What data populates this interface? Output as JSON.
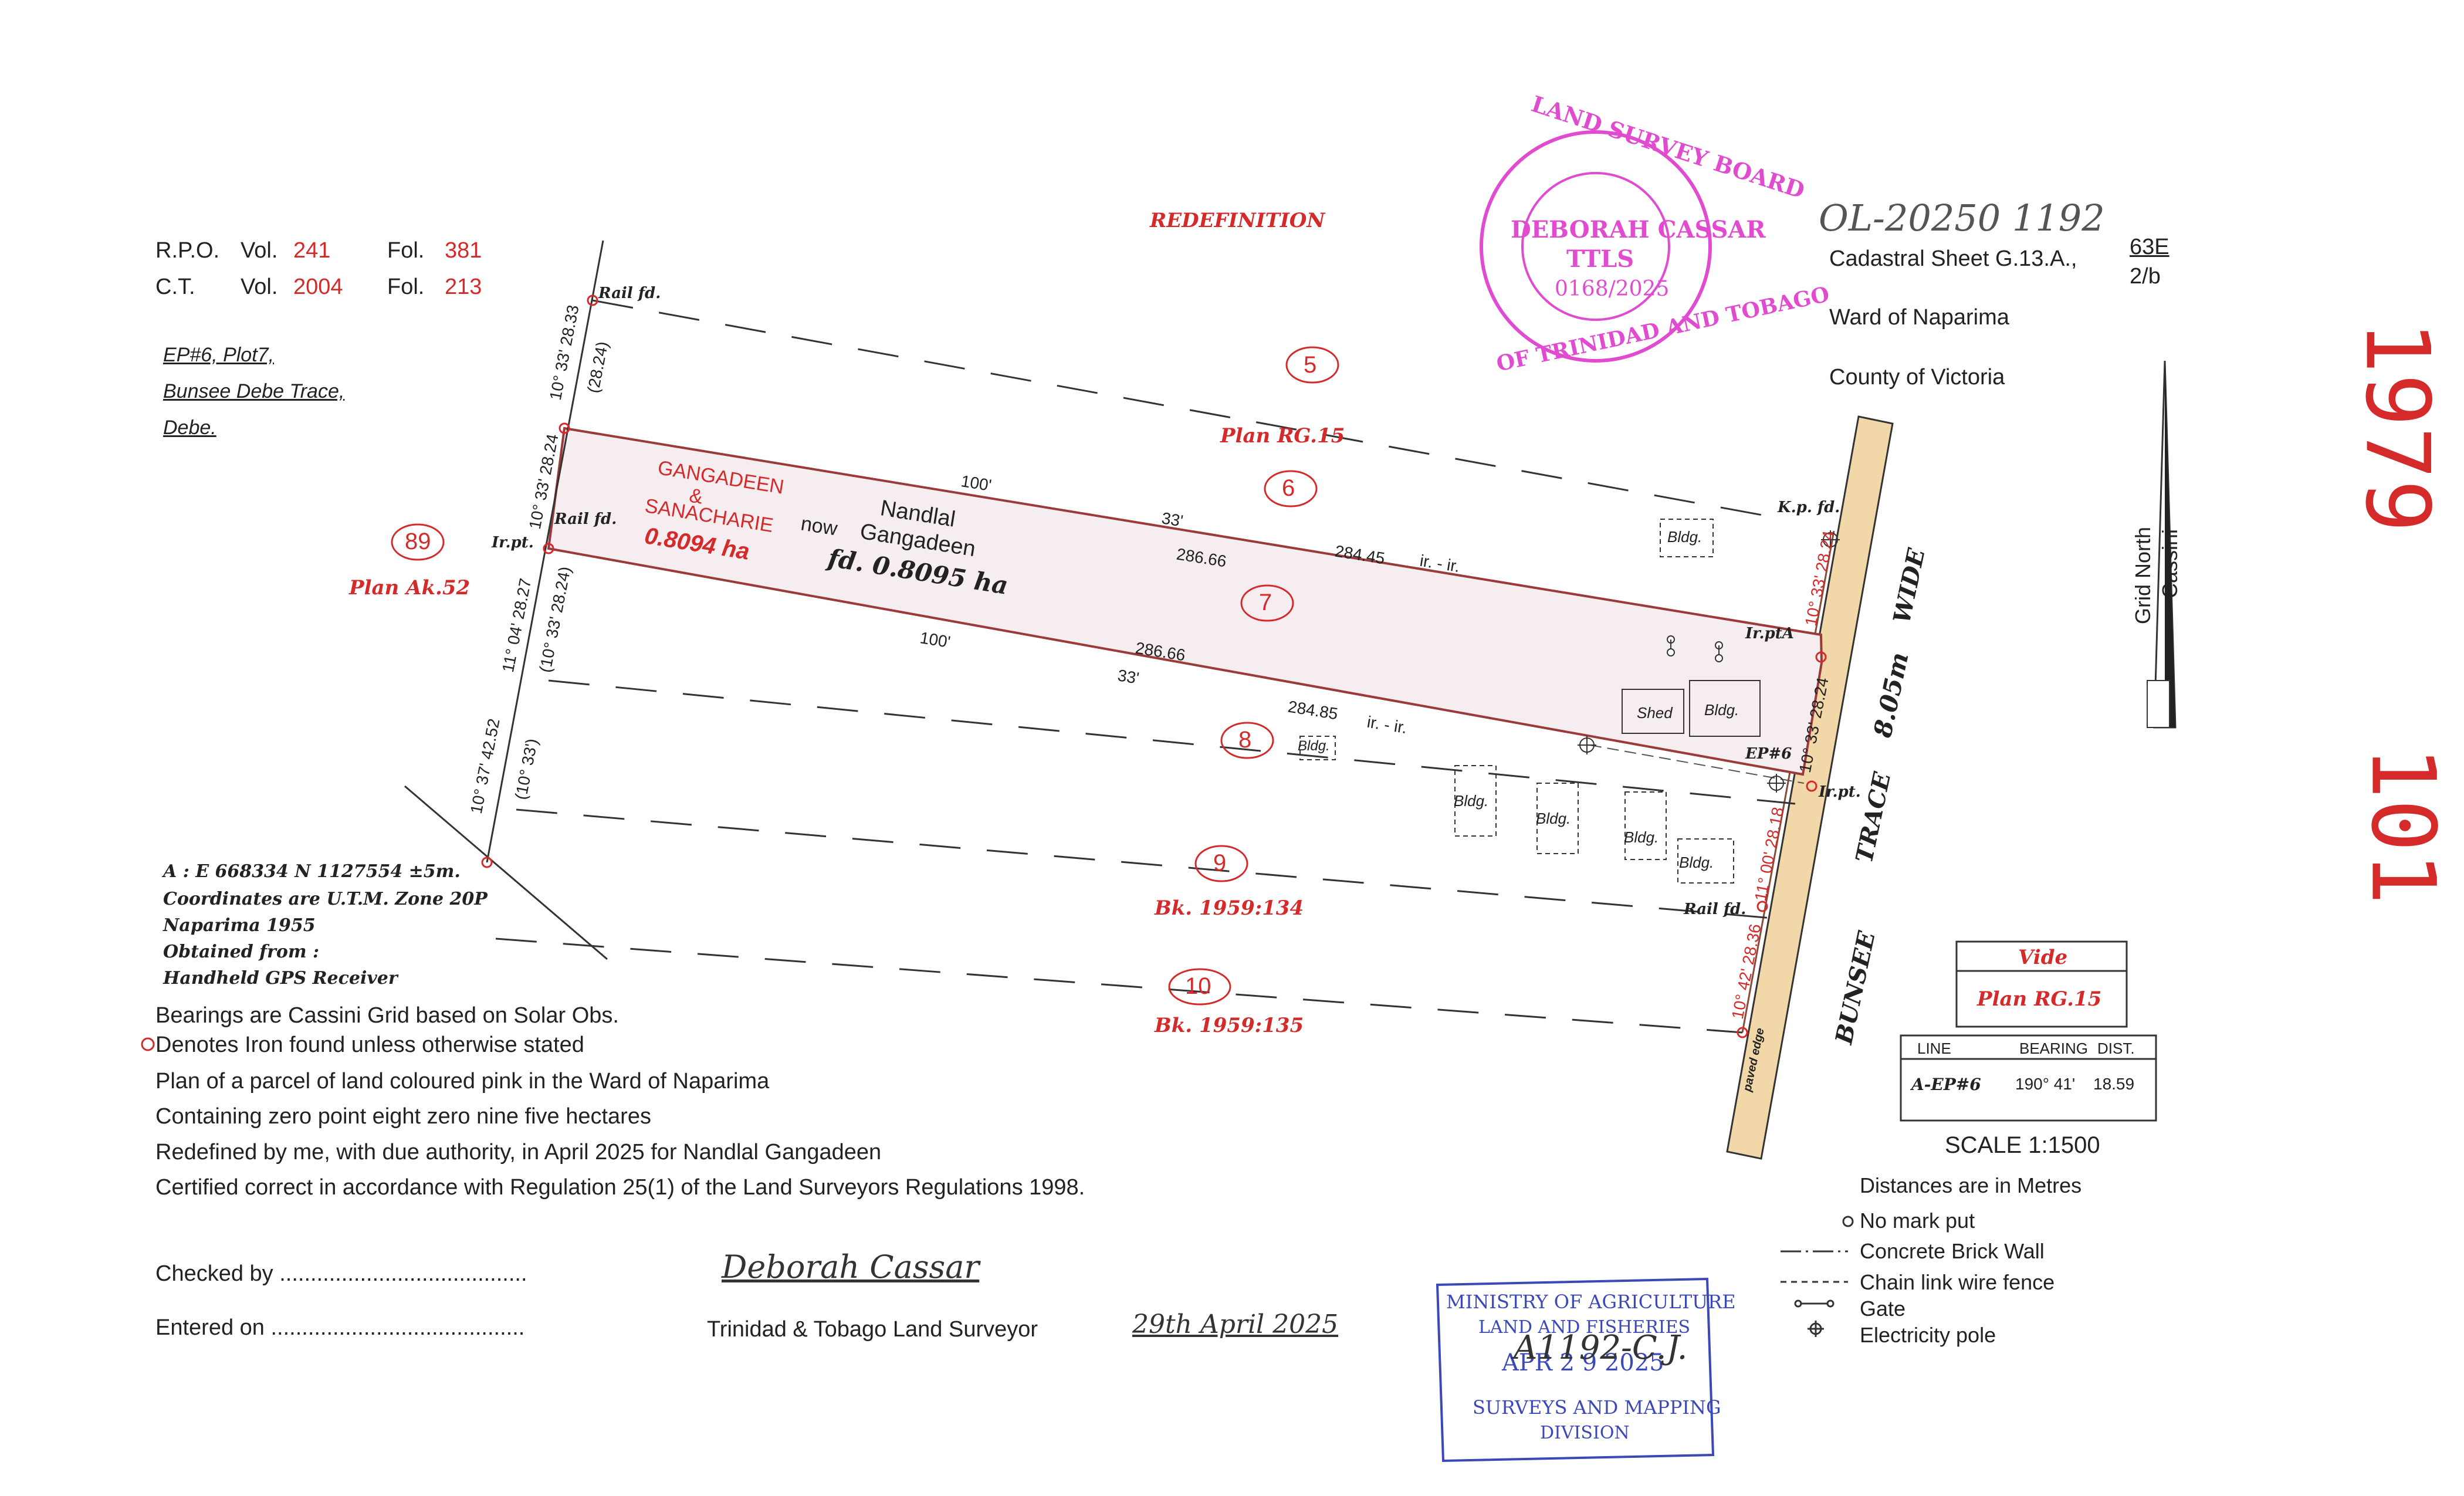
{
  "header": {
    "rpo_label": "R.P.O.",
    "ct_label": "C.T.",
    "vol_label": "Vol.",
    "fol_label": "Fol.",
    "rpo_vol": "241",
    "rpo_fol": "381",
    "ct_vol": "2004",
    "ct_fol": "213",
    "address": [
      "EP#6, Plot7,",
      "Bunsee Debe Trace,",
      "Debe."
    ],
    "redefinition": "REDEFINITION"
  },
  "top_right": {
    "reference": "OL-20250 1192",
    "cadastral_sheet_label": "Cadastral Sheet G.13.A.,",
    "cadastral_sheet_top": "63E",
    "cadastral_sheet_bottom": "2/b",
    "ward": "Ward of Naparima",
    "county": "County of Victoria"
  },
  "margin_numbers": {
    "top": "1979",
    "bottom": "101"
  },
  "north_arrow": {
    "label1": "Grid North",
    "label2": "Cassini"
  },
  "stamps": {
    "board": {
      "arc_top": "LAND SURVEY BOARD",
      "arc_bottom": "OF TRINIDAD AND TOBAGO",
      "name": "DEBORAH CASSAR",
      "title": "TTLS",
      "number": "0168/2025"
    },
    "ministry": {
      "line1": "MINISTRY OF AGRICULTURE",
      "line2": "LAND AND FISHERIES",
      "date": "APR 2 9 2025",
      "line3": "SURVEYS AND MAPPING",
      "line4": "DIVISION",
      "handwritten": "A1192-C.J."
    }
  },
  "plan": {
    "lots": [
      "5",
      "6",
      "7",
      "8",
      "9",
      "10",
      "89"
    ],
    "plan_refs": [
      "Plan RG.15",
      "Plan Ak.52",
      "Bk. 1959:134",
      "Bk. 1959:135"
    ],
    "owners_prev": "GANGADEEN & SANACHARIE",
    "owners_prev_lines": [
      "GANGADEEN",
      "&",
      "SANACHARIE"
    ],
    "area_prev": "0.8094 ha",
    "now_label": "now",
    "owner_now_lines": [
      "Nandlal",
      "Gangadeen"
    ],
    "area_now": "fd. 0.8095 ha",
    "road_name": "BUNSEE",
    "road_name2": "TRACE",
    "road_width": "8.05m",
    "road_wide": "WIDE",
    "dims": {
      "d100_top": "100'",
      "d33_top": "33'",
      "d286_top": "286.66",
      "d284_45": "284.45",
      "d100_bot": "100'",
      "d286_bot": "286.66",
      "d33_bot": "33'",
      "d284_85": "284.85",
      "irir": "ir. - ir."
    },
    "bearings": {
      "b1": "10° 33' 28.33",
      "b1p": "(28.24)",
      "b2": "10° 33' 28.24",
      "b3": "11° 04' 28.27",
      "b3p": "(10° 33' 28.24)",
      "b4": "10° 37' 42.52",
      "b4p": "(10° 33')",
      "r1": "10° 33' 28.24",
      "r2": "10° 33' 28.24",
      "r3": "11° 00' 28.18",
      "r4": "10° 42' 28.36"
    },
    "labels": {
      "rail_fd": "Rail fd.",
      "rail_fd2": "Rail fd.",
      "ir_pt": "Ir.pt.",
      "kp_fd": "K.p. fd.",
      "ir_pt_a": "Ir.ptA",
      "ep6": "EP#6",
      "ir_pt2": "Ir.pt.",
      "rail_fd3": "Rail fd.",
      "bldg": "Bldg.",
      "shed": "Shed",
      "paved_edge": "paved edge"
    }
  },
  "coordinates": {
    "a": "A : E 668334  N 1127554 ±5m.",
    "line2": "Coordinates are U.T.M. Zone 20P",
    "line3": "Naparima 1955",
    "line4": "Obtained from :",
    "line5": "Handheld GPS Receiver"
  },
  "notes": [
    "Bearings are Cassini Grid based on Solar Obs.",
    "Denotes Iron found unless otherwise stated",
    "Plan of a parcel of land coloured pink in the Ward of Naparima",
    "Containing zero point eight zero nine five hectares",
    "Redefined by me, with due authority, in April 2025 for Nandlal Gangadeen",
    "Certified correct in accordance with Regulation 25(1) of the Land Surveyors Regulations 1998."
  ],
  "signatures": {
    "checked_by": "Checked by ........................................",
    "entered_on": "Entered on .........................................",
    "surveyor_label": "Trinidad & Tobago Land Surveyor",
    "surveyor_sig": "Deborah Cassar",
    "surveyor_date": "29th April 2025"
  },
  "vide": {
    "title": "Vide",
    "plan": "Plan RG.15",
    "headers": [
      "LINE",
      "BEARING",
      "DIST."
    ],
    "row": [
      "A-EP#6",
      "190° 41'",
      "18.59"
    ]
  },
  "legend": {
    "scale": "SCALE 1:1500",
    "distances": "Distances are in Metres",
    "items": [
      "No mark put",
      "Concrete Brick Wall",
      "Chain link wire fence",
      "Gate",
      "Electricity pole"
    ]
  },
  "colors": {
    "red": "#d42a2a",
    "pink_fill": "#f6edf0",
    "stamp_pink": "#e04bd0",
    "stamp_blue": "#3c48b8",
    "road": "#f2d7a8"
  }
}
